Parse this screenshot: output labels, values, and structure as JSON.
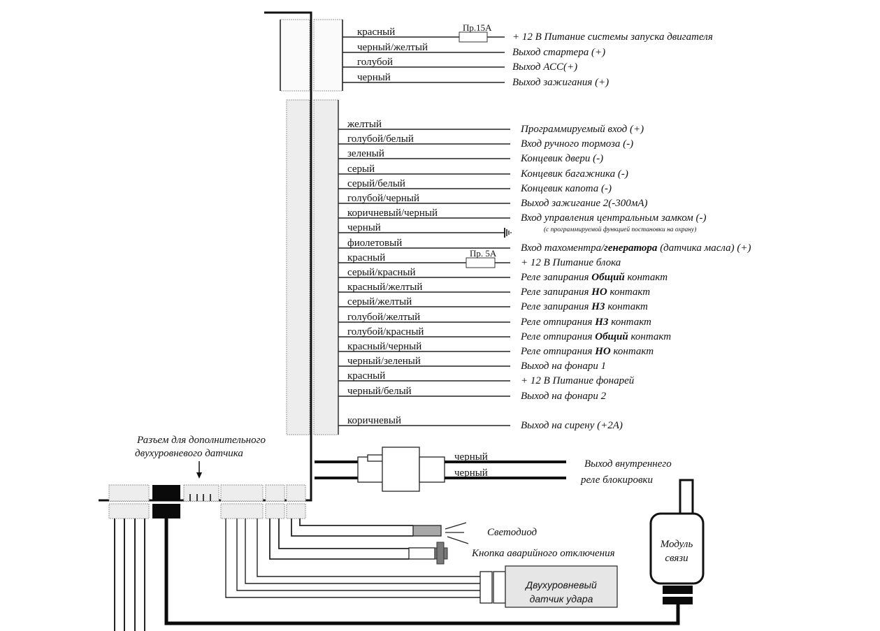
{
  "top_connector": {
    "wires": [
      {
        "color": "красный",
        "fuse": "Пр.15А",
        "desc": [
          {
            "text": "+  12 В Питание системы запуска двигателя"
          }
        ]
      },
      {
        "color": "черный/желтый",
        "desc": [
          {
            "text": "Выход стартера (+)"
          }
        ]
      },
      {
        "color": "голубой",
        "desc": [
          {
            "text": "Выход  АСС(+)"
          }
        ]
      },
      {
        "color": "черный",
        "desc": [
          {
            "text": "Выход зажигания (+)"
          }
        ]
      }
    ]
  },
  "main_connector": {
    "wires": [
      {
        "color": "желтый",
        "desc": [
          {
            "text": "Программируемый вход (+)"
          }
        ]
      },
      {
        "color": "голубой/белый",
        "desc": [
          {
            "text": "Вход ручного тормоза (-)"
          }
        ]
      },
      {
        "color": "зеленый",
        "desc": [
          {
            "text": "Концевик двери (-)"
          }
        ]
      },
      {
        "color": "серый",
        "desc": [
          {
            "text": "Концевик багажника (-)"
          }
        ]
      },
      {
        "color": "серый/белый",
        "desc": [
          {
            "text": "Концевик капота (-)"
          }
        ]
      },
      {
        "color": "голубой/черный",
        "desc": [
          {
            "text": "Выход зажигание 2(-300мА)"
          }
        ]
      },
      {
        "color": "коричневый/черный",
        "desc": [
          {
            "text": "Вход управления центральным замком (-)"
          }
        ]
      },
      {
        "color": "черный",
        "ground": true,
        "desc": []
      },
      {
        "color": "фиолетовый",
        "desc": [
          {
            "text": "Вход тахоментра/"
          },
          {
            "text": "генератора",
            "bold": true
          },
          {
            "text": " (датчика масла) (+)"
          }
        ]
      },
      {
        "color": "красный",
        "fuse": "Пр. 5А",
        "desc": [
          {
            "text": "+  12 В Питание блока"
          }
        ]
      },
      {
        "color": "серый/красный",
        "desc": [
          {
            "text": "Реле запирания "
          },
          {
            "text": "Общий",
            "bold": true
          },
          {
            "text": " контакт"
          }
        ]
      },
      {
        "color": "красный/желтый",
        "desc": [
          {
            "text": "Реле запирания "
          },
          {
            "text": "НО",
            "bold": true
          },
          {
            "text": " контакт"
          }
        ]
      },
      {
        "color": "серый/желтый",
        "desc": [
          {
            "text": "Реле запирания "
          },
          {
            "text": "НЗ",
            "bold": true
          },
          {
            "text": " контакт"
          }
        ]
      },
      {
        "color": "голубой/желтый",
        "desc": [
          {
            "text": "Реле отпирания "
          },
          {
            "text": "НЗ",
            "bold": true
          },
          {
            "text": " контакт"
          }
        ]
      },
      {
        "color": "голубой/красный",
        "desc": [
          {
            "text": "Реле отпирания "
          },
          {
            "text": "Общий",
            "bold": true
          },
          {
            "text": " контакт"
          }
        ]
      },
      {
        "color": "красный/черный",
        "desc": [
          {
            "text": "Реле отпирания "
          },
          {
            "text": "НО",
            "bold": true
          },
          {
            "text": " контакт"
          }
        ]
      },
      {
        "color": "черный/зеленый",
        "desc": [
          {
            "text": "Выход на фонари  1"
          }
        ]
      },
      {
        "color": "красный",
        "desc": [
          {
            "text": "+  12 В Питание фонарей"
          }
        ]
      },
      {
        "color": "черный/белый",
        "desc": [
          {
            "text": "Выход на фонари  2"
          }
        ]
      },
      {
        "color": "коричневый",
        "desc": [
          {
            "text": "Выход на сирену (+2А)"
          }
        ]
      }
    ],
    "central_lock_note": "(с программируемой функцией постановки на охрану)"
  },
  "relay": {
    "wire_1": "черный",
    "wire_2": "черный",
    "label_line1": "Выход внутреннего",
    "label_line2": "реле блокировки"
  },
  "aux_connector_note": {
    "line1": "Разъем для дополнительного",
    "line2": "двухуровневого датчика"
  },
  "led_label": "Светодиод",
  "button_label": "Кнопка аварийного отключения",
  "shock_sensor": {
    "line1": "Двухуровневый",
    "line2": "датчик удара"
  },
  "comm_module": {
    "line1": "Модуль",
    "line2": "связи"
  }
}
